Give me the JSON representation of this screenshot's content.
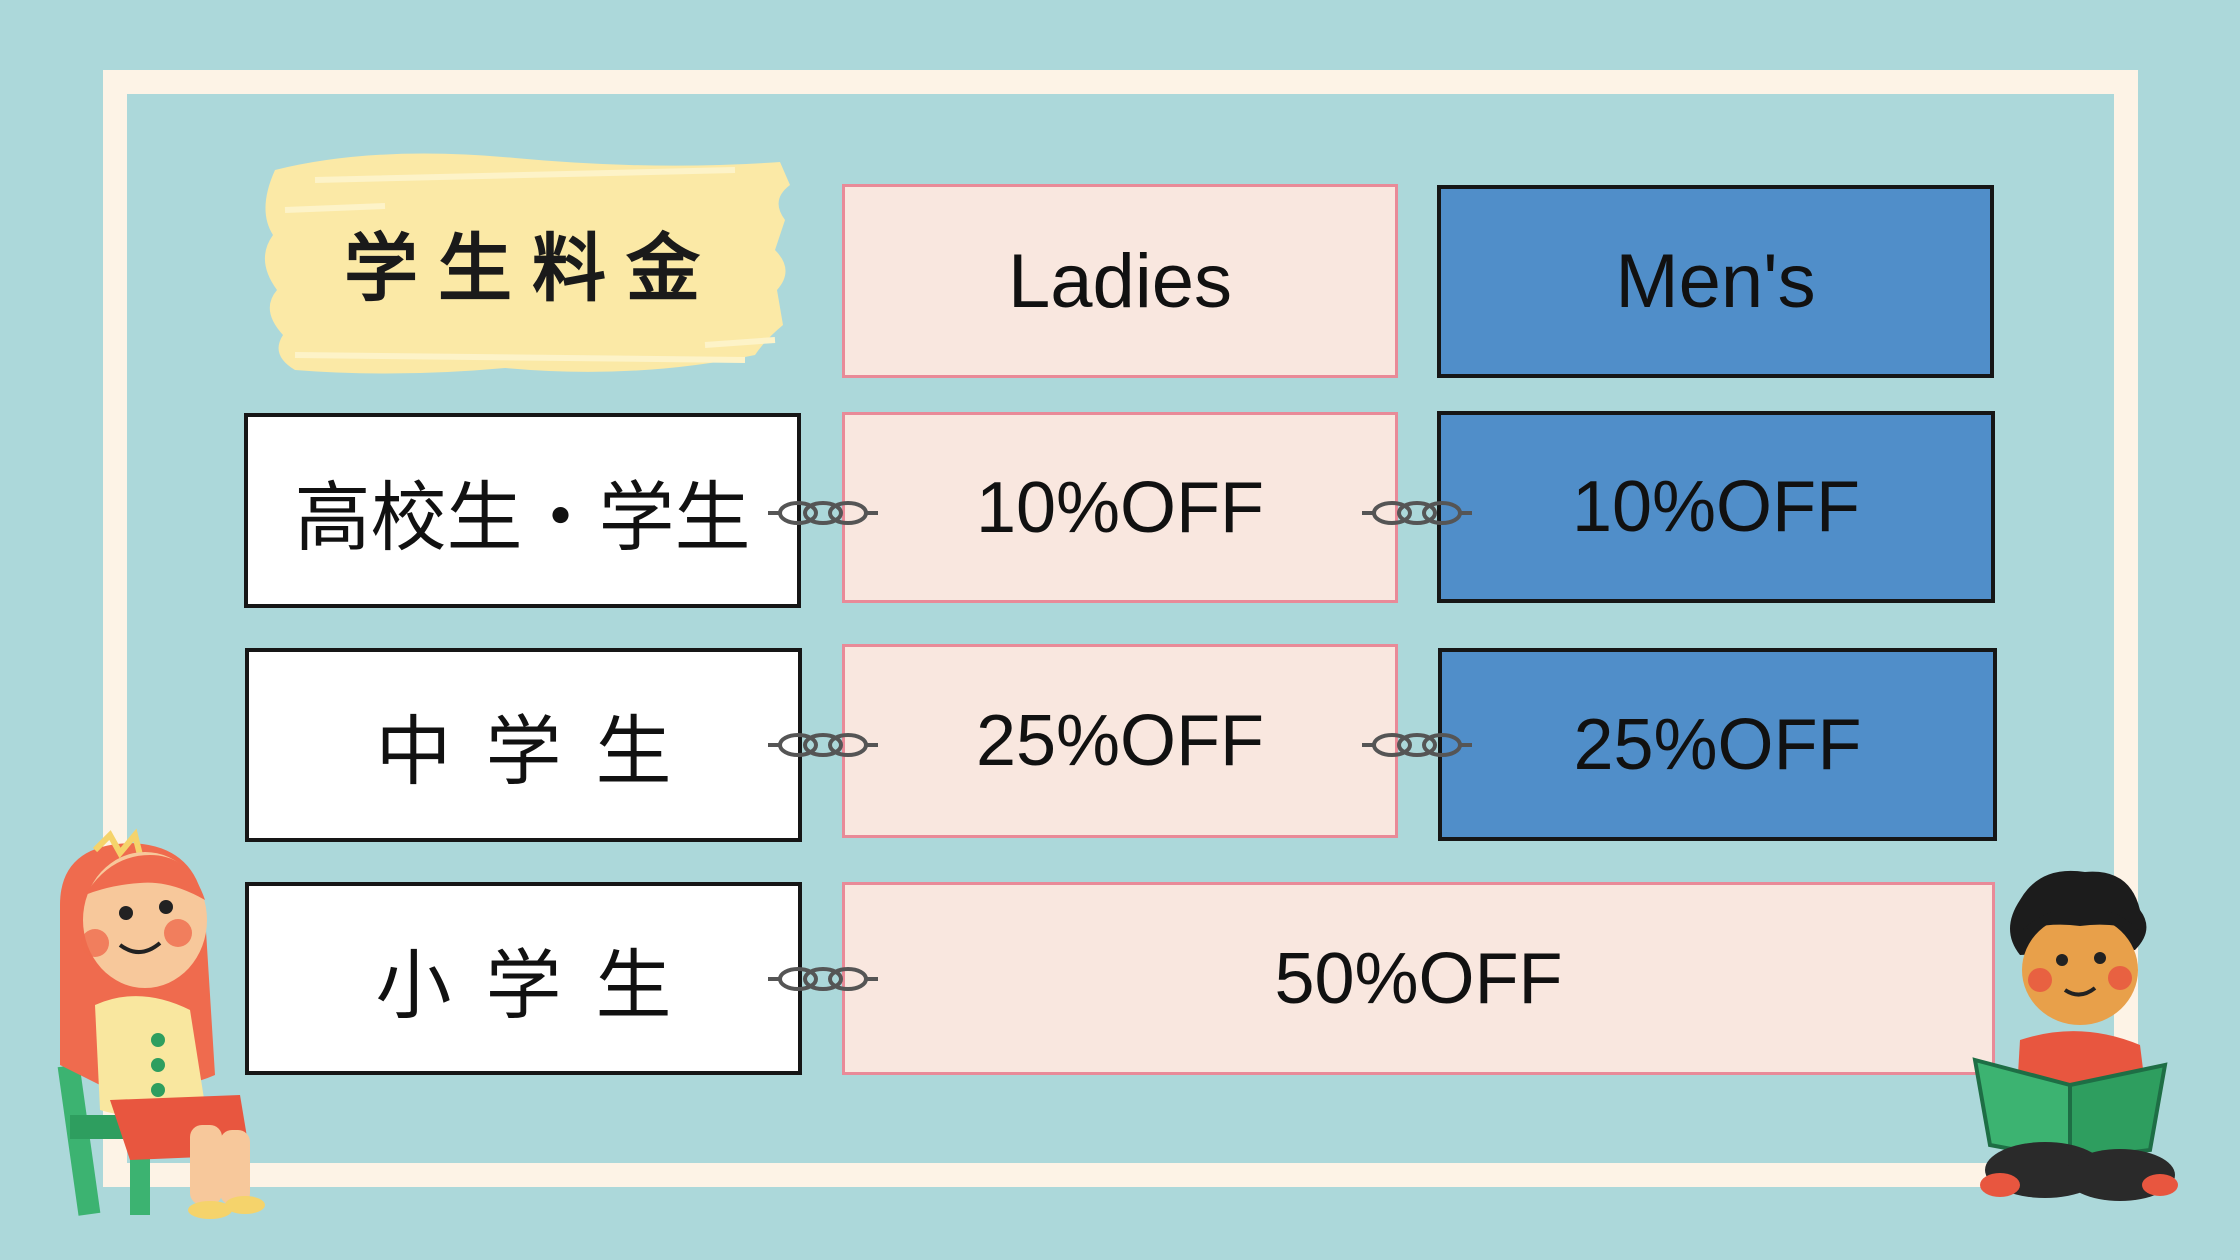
{
  "title": "学生料金",
  "columns": {
    "ladies": "Ladies",
    "mens": "Men's"
  },
  "rows": [
    {
      "label": "高校生・学生",
      "ladies": "10%OFF",
      "mens": "10%OFF"
    },
    {
      "label": "中学生",
      "ladies": "25%OFF",
      "mens": "25%OFF"
    },
    {
      "label": "小学生",
      "combined": "50%OFF"
    }
  ],
  "colors": {
    "background": "#acd8da",
    "frame": "#fdf3e6",
    "title_brush": "#fbe9a6",
    "ladies_fill": "#f9e7df",
    "ladies_border": "#e98a98",
    "mens_fill": "#508ec9"
  },
  "icons": [
    "chain-link-icon",
    "girl-illustration",
    "boy-reading-illustration"
  ]
}
